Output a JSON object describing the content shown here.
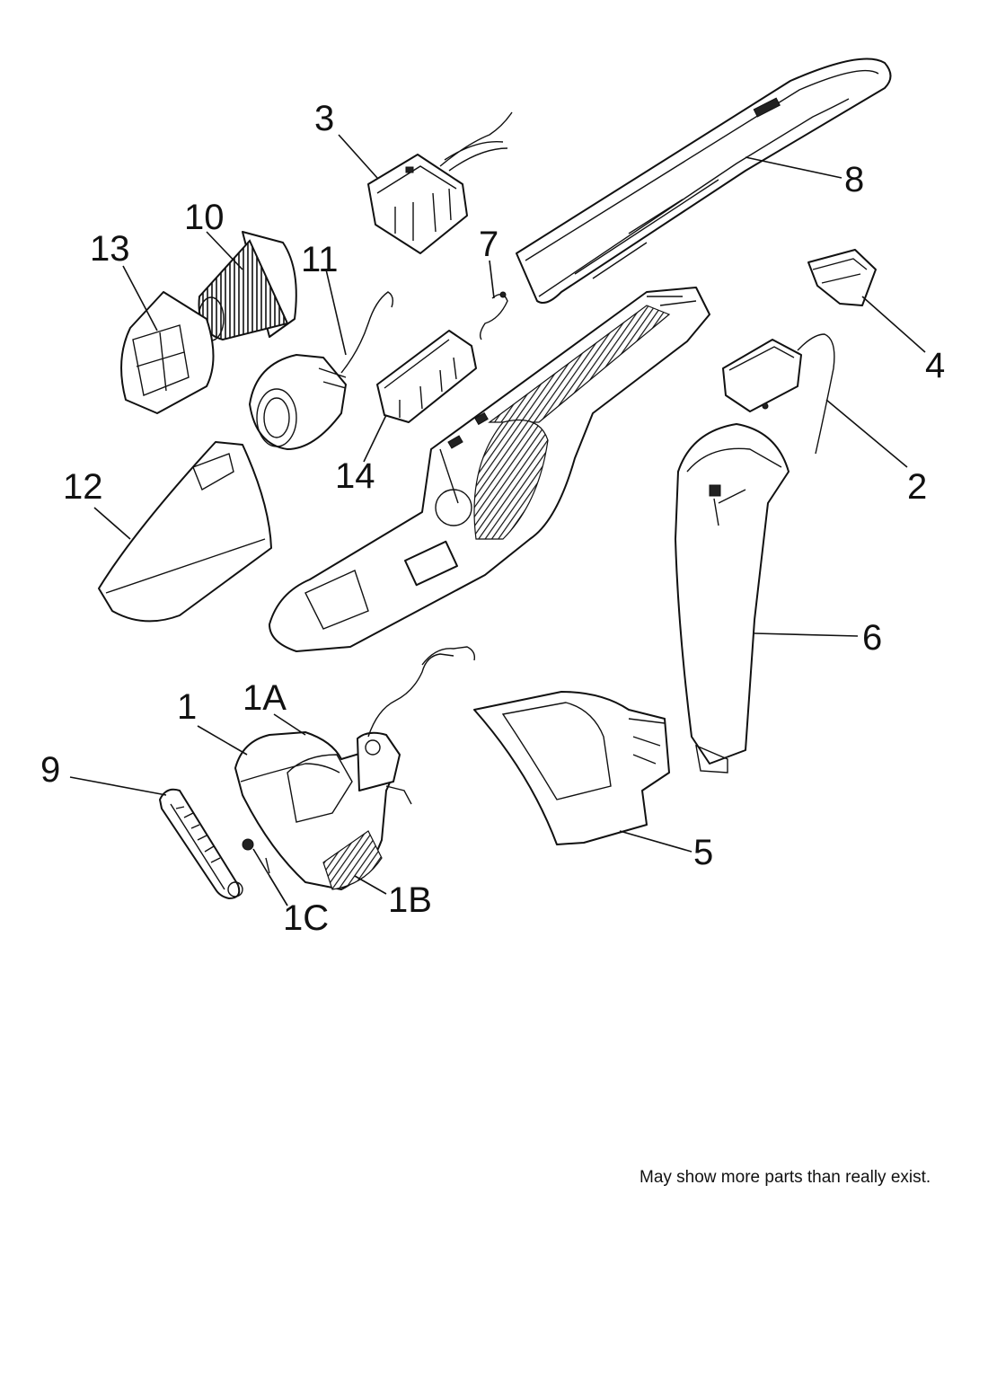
{
  "labels": {
    "l1": "1",
    "l1a": "1A",
    "l1b": "1B",
    "l1c": "1C",
    "l2": "2",
    "l3": "3",
    "l4": "4",
    "l5": "5",
    "l6": "6",
    "l7": "7",
    "l8": "8",
    "l9": "9",
    "l10": "10",
    "l11": "11",
    "l12": "12",
    "l13": "13",
    "l14": "14"
  },
  "footnote": "May show more parts than really exist."
}
